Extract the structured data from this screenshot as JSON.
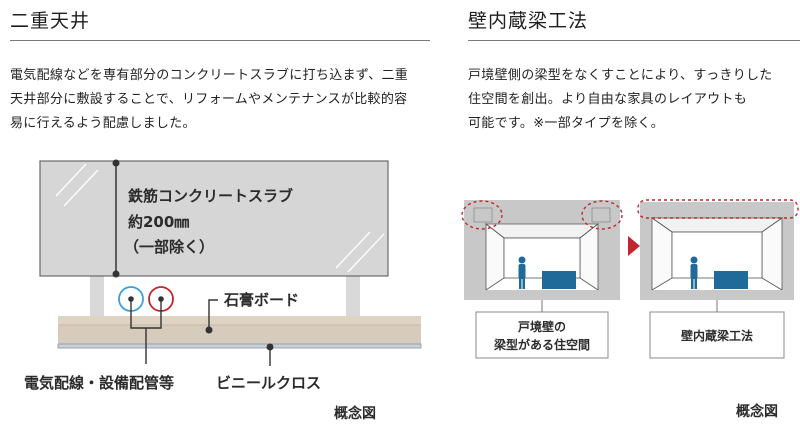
{
  "left": {
    "title": "二重天井",
    "body": [
      "電気配線などを専有部分のコンクリートスラブに打ち込まず、二重",
      "天井部分に敷設することで、リフォームやメンテナンスが比較的容",
      "易に行えるよう配慮しました。"
    ],
    "diagram": {
      "slab_line1": "鉄筋コンクリートスラブ",
      "slab_line2": "約200㎜",
      "slab_line3": "（一部除く）",
      "gypsum_label": "石膏ボード",
      "wiring_label": "電気配線・設備配管等",
      "vinyl_label": "ビニールクロス",
      "caption": "概念図",
      "pipe_colors": [
        "#3a9fdc",
        "#c0262e"
      ]
    }
  },
  "right": {
    "title": "壁内蔵梁工法",
    "body": [
      "戸境壁側の梁型をなくすことにより、すっきりした",
      "住空間を創出。より自由な家具のレイアウトも",
      "可能です。※一部タイプを除く。"
    ],
    "diagram": {
      "before_label_line1": "戸境壁の",
      "before_label_line2": "梁型がある住空間",
      "after_label": "壁内蔵梁工法",
      "caption": "概念図",
      "accent_color": "#c0262e",
      "furniture_color": "#1f6a99"
    }
  }
}
